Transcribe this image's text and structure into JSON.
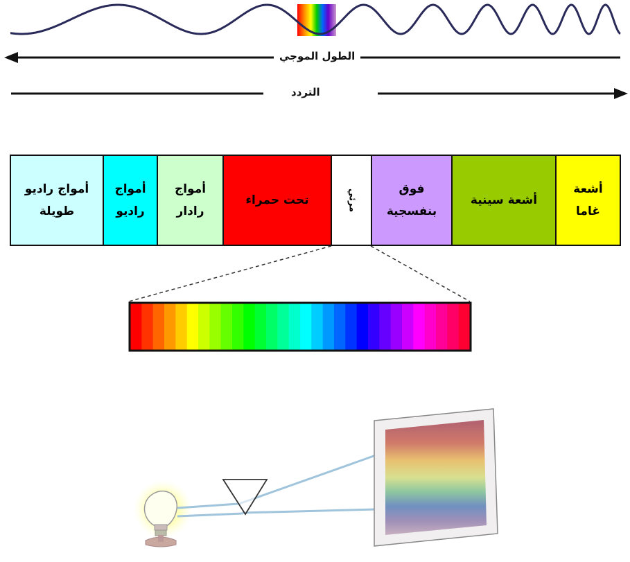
{
  "axis_labels": {
    "wavelength": "الطول الموجي",
    "frequency": "التردد"
  },
  "bands": [
    {
      "line1": "أمواج راديو",
      "line2": "طويلة",
      "color": "#ccffff"
    },
    {
      "line1": "أمواج",
      "line2": "راديو",
      "color": "#00ffff"
    },
    {
      "line1": "أمواج",
      "line2": "رادار",
      "color": "#ccffcc"
    },
    {
      "line1": "تحت حمراء",
      "line2": "",
      "color": "#ff0000"
    },
    {
      "line1": "مرئي",
      "line2": "",
      "color": "#ffffff"
    },
    {
      "line1": "فوق",
      "line2": "بنفسجية",
      "color": "#cc99ff"
    },
    {
      "line1": "أشعة سينية",
      "line2": "",
      "color": "#99cc00"
    },
    {
      "line1": "أشعة",
      "line2": "غاما",
      "color": "#ffff00"
    }
  ],
  "spectrum_colors": [
    "#ff0000",
    "#ff3300",
    "#ff6600",
    "#ff9900",
    "#ffcc00",
    "#ffff00",
    "#ccff00",
    "#99ff00",
    "#66ff00",
    "#33ff00",
    "#00ff00",
    "#00ff33",
    "#00ff66",
    "#00ff99",
    "#00ffcc",
    "#00ffff",
    "#00ccff",
    "#0099ff",
    "#0066ff",
    "#0033ff",
    "#0000ff",
    "#3300ff",
    "#6600ff",
    "#9900ff",
    "#cc00ff",
    "#ff00ff",
    "#ff00cc",
    "#ff0099",
    "#ff0066",
    "#ff0033"
  ],
  "wave_color": "#2a2a5a"
}
